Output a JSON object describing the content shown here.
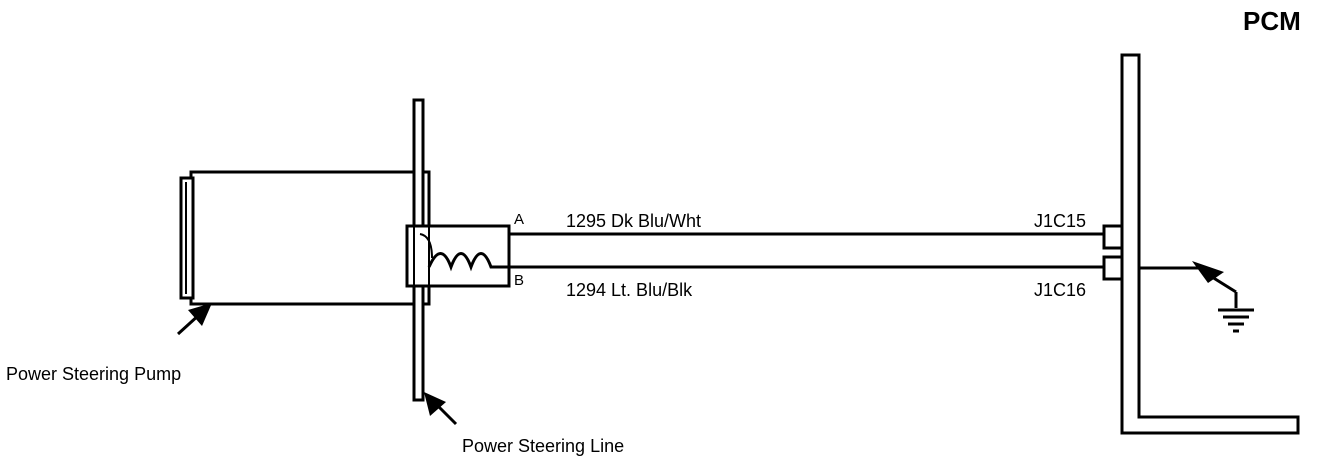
{
  "diagram": {
    "module_title": "PCM",
    "pin_a": "A",
    "pin_b": "B",
    "wire_top_label": "1295 Dk Blu/Wht",
    "wire_bottom_label": "1294 Lt. Blu/Blk",
    "connector_top": "J1C15",
    "connector_bottom": "J1C16",
    "pump_label": "Power Steering Pump",
    "line_label": "Power Steering Line"
  }
}
